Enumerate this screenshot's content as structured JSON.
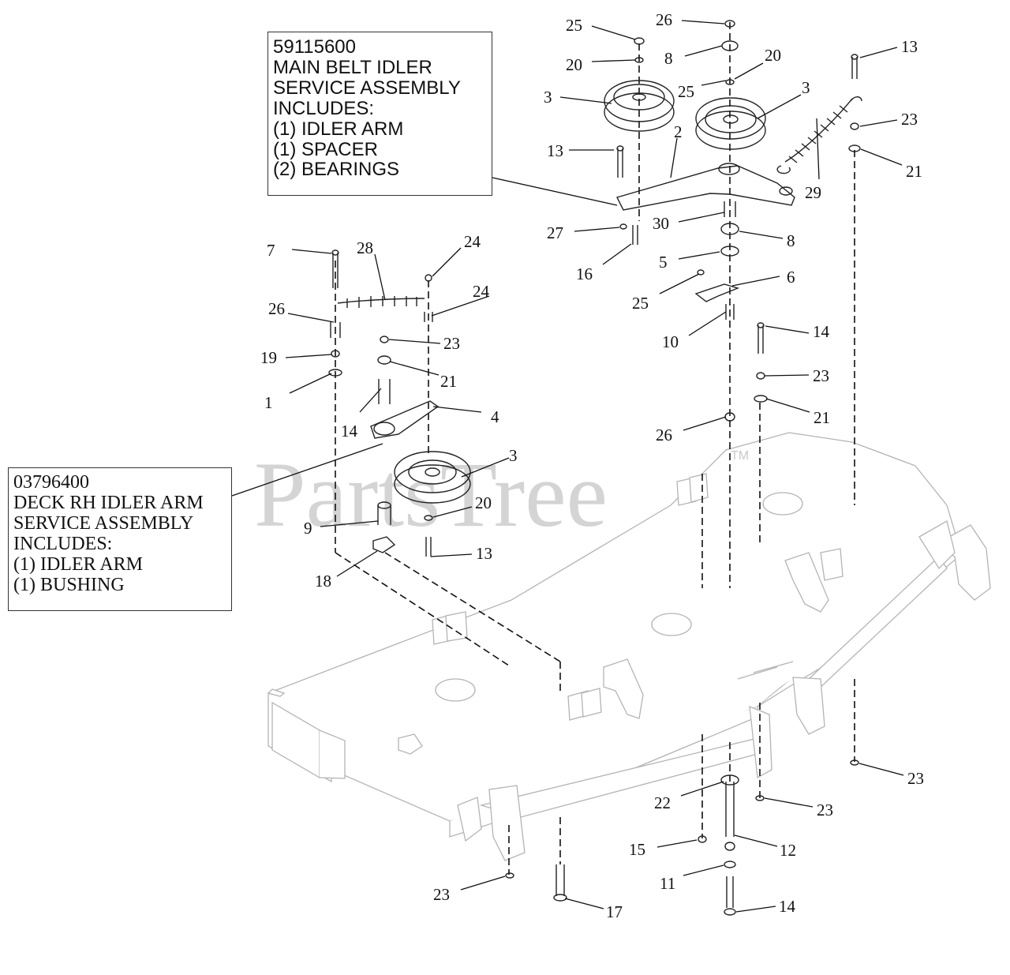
{
  "callouts": {
    "main": {
      "lines": [
        "59115600",
        "MAIN BELT IDLER",
        "SERVICE ASSEMBLY",
        "INCLUDES:",
        "(1) IDLER ARM",
        "(1) SPACER",
        "(2) BEARINGS"
      ]
    },
    "rh": {
      "lines": [
        "03796400",
        "DECK RH IDLER ARM",
        "SERVICE ASSEMBLY",
        "INCLUDES:",
        "(1) IDLER ARM",
        "(1) BUSHING"
      ]
    }
  },
  "watermark": {
    "text": "PartsTree",
    "tm": "TM"
  },
  "labels": [
    {
      "id": "l26a",
      "text": "26"
    },
    {
      "id": "l25a",
      "text": "25"
    },
    {
      "id": "l8a",
      "text": "8"
    },
    {
      "id": "l20a",
      "text": "20"
    },
    {
      "id": "l20b",
      "text": "20"
    },
    {
      "id": "l25b",
      "text": "25"
    },
    {
      "id": "l3a",
      "text": "3"
    },
    {
      "id": "l3b",
      "text": "3"
    },
    {
      "id": "l13a",
      "text": "13"
    },
    {
      "id": "l23a",
      "text": "23"
    },
    {
      "id": "l21a",
      "text": "21"
    },
    {
      "id": "l13b",
      "text": "13"
    },
    {
      "id": "l2",
      "text": "2"
    },
    {
      "id": "l29",
      "text": "29"
    },
    {
      "id": "l30",
      "text": "30"
    },
    {
      "id": "l27",
      "text": "27"
    },
    {
      "id": "l8b",
      "text": "8"
    },
    {
      "id": "l16",
      "text": "16"
    },
    {
      "id": "l5",
      "text": "5"
    },
    {
      "id": "l6",
      "text": "6"
    },
    {
      "id": "l25c",
      "text": "25"
    },
    {
      "id": "l10",
      "text": "10"
    },
    {
      "id": "l14a",
      "text": "14"
    },
    {
      "id": "l28",
      "text": "28"
    },
    {
      "id": "l24a",
      "text": "24"
    },
    {
      "id": "l24b",
      "text": "24"
    },
    {
      "id": "l7",
      "text": "7"
    },
    {
      "id": "l26b",
      "text": "26"
    },
    {
      "id": "l23b",
      "text": "23"
    },
    {
      "id": "l19",
      "text": "19"
    },
    {
      "id": "l21b",
      "text": "21"
    },
    {
      "id": "l1",
      "text": "1"
    },
    {
      "id": "l4",
      "text": "4"
    },
    {
      "id": "l14b",
      "text": "14"
    },
    {
      "id": "l23c",
      "text": "23"
    },
    {
      "id": "l21c",
      "text": "21"
    },
    {
      "id": "l26c",
      "text": "26"
    },
    {
      "id": "l3c",
      "text": "3"
    },
    {
      "id": "l20c",
      "text": "20"
    },
    {
      "id": "l9",
      "text": "9"
    },
    {
      "id": "l13c",
      "text": "13"
    },
    {
      "id": "l18",
      "text": "18"
    },
    {
      "id": "l23d",
      "text": "23"
    },
    {
      "id": "l22",
      "text": "22"
    },
    {
      "id": "l23e",
      "text": "23"
    },
    {
      "id": "l15",
      "text": "15"
    },
    {
      "id": "l12",
      "text": "12"
    },
    {
      "id": "l11",
      "text": "11"
    },
    {
      "id": "l23f",
      "text": "23"
    },
    {
      "id": "l17",
      "text": "17"
    },
    {
      "id": "l14c",
      "text": "14"
    }
  ]
}
